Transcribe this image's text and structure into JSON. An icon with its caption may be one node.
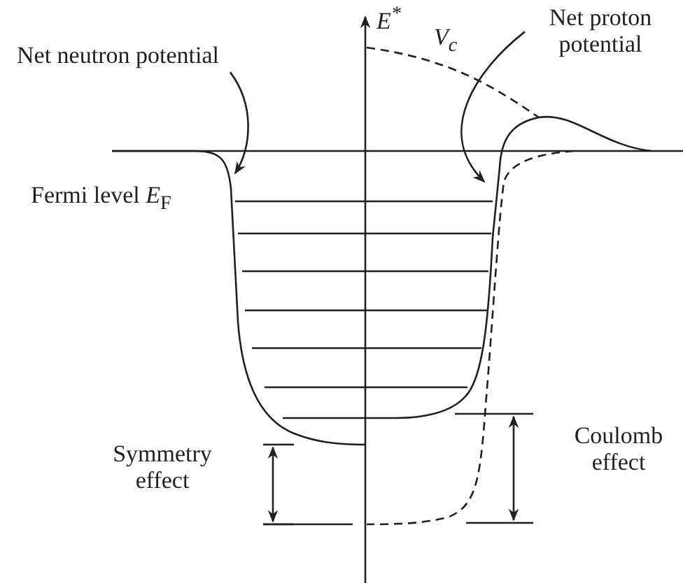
{
  "diagram": {
    "nodes": [
      {
        "text": [
          "Net neutron potential"
        ]
      },
      {
        "text": [
          "Net proton potential"
        ]
      }
    ],
    "edges": [
      {
        "from": 0,
        "to": null,
        "arrow": "to"
      },
      {
        "from": 1,
        "to": null,
        "arrow": "to"
      }
    ],
    "labels": [
      "E$^{*}$",
      "V$_{c}$",
      "Fermi level *E*$_{F}$",
      "Symmetry effect",
      "Coulomb effect"
    ]
  }
}
